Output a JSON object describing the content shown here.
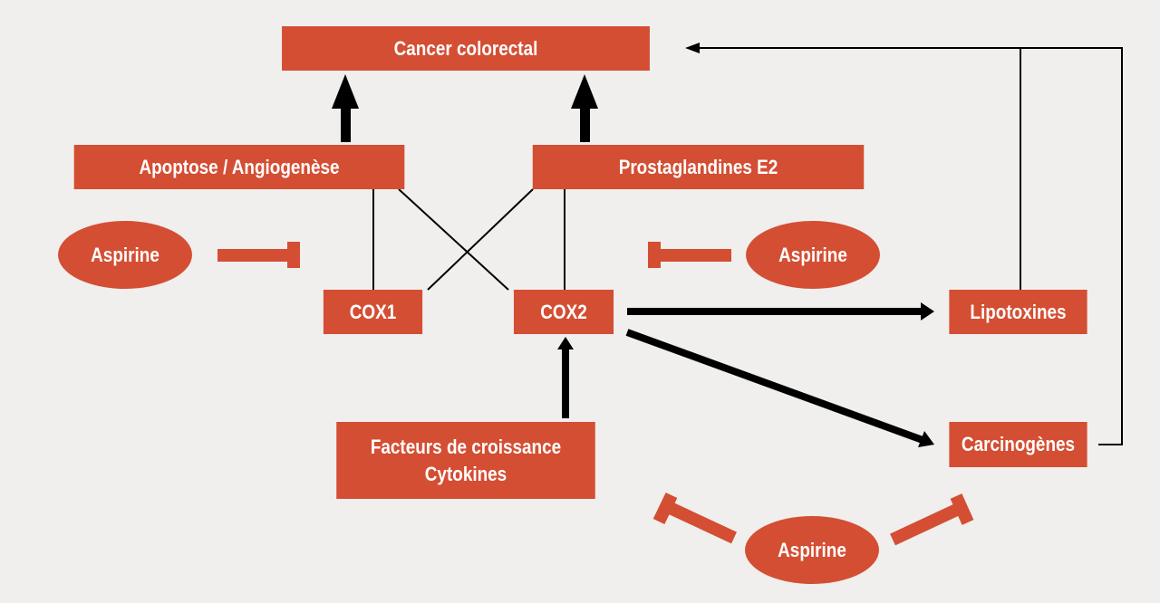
{
  "colors": {
    "background": "#f0efed",
    "node": "#d44e33",
    "node_text": "#ffffff",
    "arrow": "#000000",
    "inhibitor": "#d44e33"
  },
  "nodes": {
    "cancer": {
      "label": "Cancer colorectal"
    },
    "apoptose": {
      "label": "Apoptose / Angiogenèse"
    },
    "prostaglandines": {
      "label": "Prostaglandines E2"
    },
    "cox1": {
      "label": "COX1"
    },
    "cox2": {
      "label": "COX2"
    },
    "lipotoxines": {
      "label": "Lipotoxines"
    },
    "carcinogenes": {
      "label": "Carcinogènes"
    },
    "facteurs": {
      "line1": "Facteurs de croissance",
      "line2": "Cytokines"
    },
    "aspirine_left": {
      "label": "Aspirine"
    },
    "aspirine_right": {
      "label": "Aspirine"
    },
    "aspirine_bottom": {
      "label": "Aspirine"
    }
  },
  "edges": [
    {
      "from": "apoptose",
      "to": "cancer",
      "type": "promotes"
    },
    {
      "from": "prostaglandines",
      "to": "cancer",
      "type": "promotes"
    },
    {
      "from": "cox1",
      "to": "apoptose",
      "type": "link"
    },
    {
      "from": "cox1",
      "to": "prostaglandines",
      "type": "link"
    },
    {
      "from": "cox2",
      "to": "apoptose",
      "type": "link"
    },
    {
      "from": "cox2",
      "to": "prostaglandines",
      "type": "link"
    },
    {
      "from": "facteurs",
      "to": "cox2",
      "type": "promotes"
    },
    {
      "from": "cox2",
      "to": "lipotoxines",
      "type": "promotes"
    },
    {
      "from": "cox2",
      "to": "carcinogenes",
      "type": "promotes"
    },
    {
      "from": "lipotoxines",
      "to": "cancer",
      "type": "promotes"
    },
    {
      "from": "carcinogenes",
      "to": "cancer",
      "type": "promotes"
    },
    {
      "from": "aspirine_left",
      "to": "cox1",
      "type": "inhibits"
    },
    {
      "from": "aspirine_right",
      "to": "cox2",
      "type": "inhibits"
    },
    {
      "from": "aspirine_bottom",
      "to": "cox2",
      "type": "inhibits"
    },
    {
      "from": "aspirine_bottom",
      "to": "carcinogenes",
      "type": "inhibits"
    }
  ]
}
